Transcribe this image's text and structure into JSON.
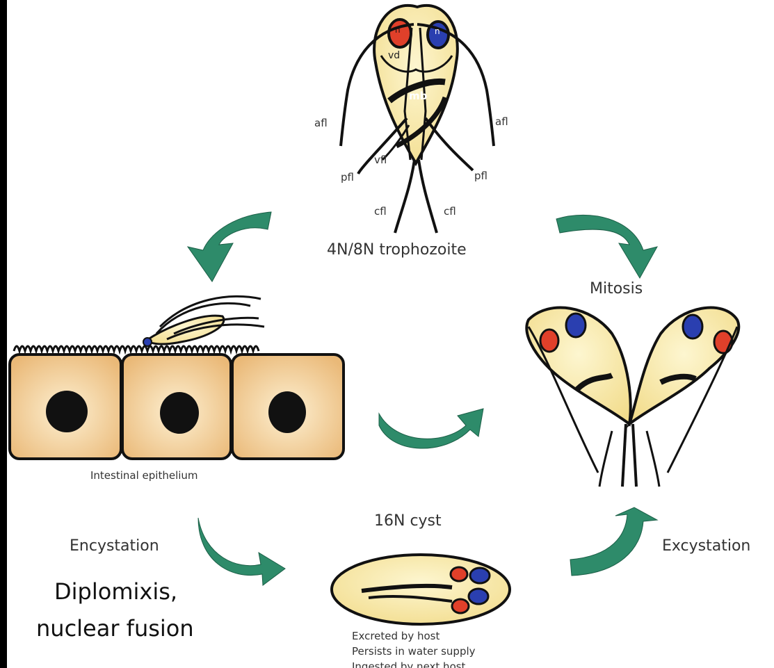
{
  "labels": {
    "n_left": "n",
    "n_right": "n",
    "vd": "vd",
    "mb": "mb",
    "afl_left": "afl",
    "afl_right": "afl",
    "vfl": "vfl",
    "pfl_left": "pfl",
    "pfl_right": "pfl",
    "cfl_left": "cfl",
    "cfl_right": "cfl",
    "trophozoite": "4N/8N trophozoite",
    "mitosis": "Mitosis",
    "epithelium": "Intestinal epithelium",
    "encystation": "Encystation",
    "cyst": "16N cyst",
    "excystation": "Excystation",
    "diplomixis_line1": "Diplomixis,",
    "diplomixis_line2": "nuclear fusion",
    "cyst_notes": [
      "Excreted by host",
      "Persists in water supply",
      "Ingested by next host"
    ]
  },
  "colors": {
    "cell_fill": "#f0c98a",
    "organism_fill": "#f8eeb0",
    "arrow_green": "#2e8b6a",
    "nucleus_red": "#e0402a",
    "nucleus_blue": "#2a3fb0"
  }
}
